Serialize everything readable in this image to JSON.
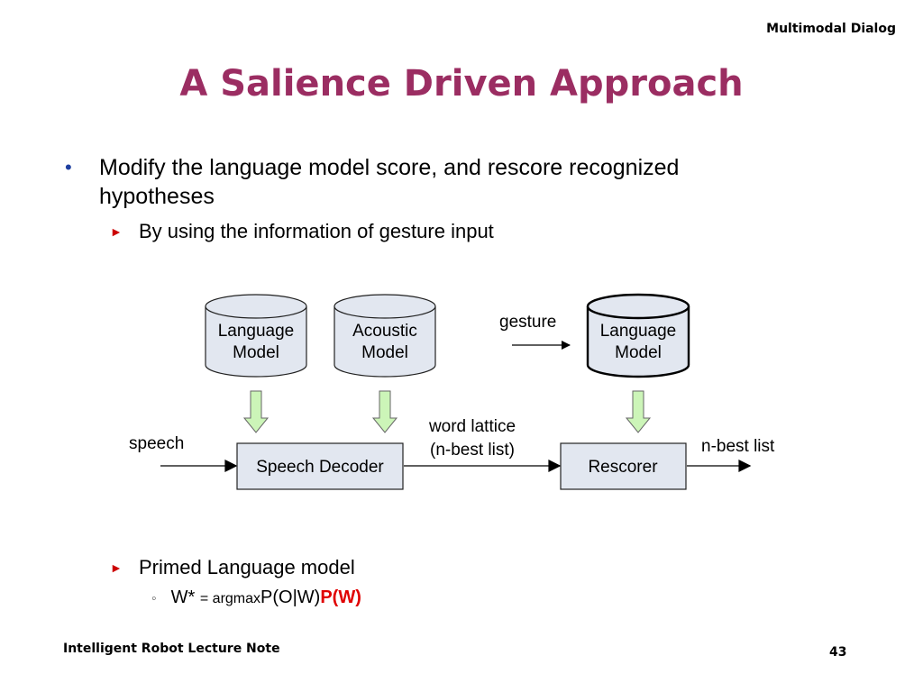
{
  "header": {
    "course_tag": "Multimodal Dialog"
  },
  "slide": {
    "title": "A Salience Driven Approach",
    "bullets": {
      "main": "Modify the language model score, and rescore recognized hypotheses",
      "sub1": "By using the information of gesture input",
      "sub2": "Primed Language model",
      "formula": {
        "w": "W* ",
        "eq": "= argmax",
        "mid": "P(O|W)",
        "highlight": "P(W)"
      }
    }
  },
  "diagram": {
    "cyl_lm1": [
      "Language",
      "Model"
    ],
    "cyl_am": [
      "Acoustic",
      "Model"
    ],
    "cyl_lm2": [
      "Language",
      "Model"
    ],
    "box_decoder": "Speech Decoder",
    "box_rescorer": "Rescorer",
    "label_speech": "speech",
    "label_gesture": "gesture",
    "label_lattice": [
      "word lattice",
      "(n-best list)"
    ],
    "label_nbest": "n-best list"
  },
  "footer": {
    "left": "Intelligent Robot Lecture Note",
    "page": "43"
  },
  "colors": {
    "title": "#9b2d62",
    "bullet_dot": "#1f3fa0",
    "arrow_bullet": "#cc0000",
    "highlight": "#e00000",
    "shape_fill": "#e2e7f0",
    "down_arrow": "#ccf5b8"
  }
}
